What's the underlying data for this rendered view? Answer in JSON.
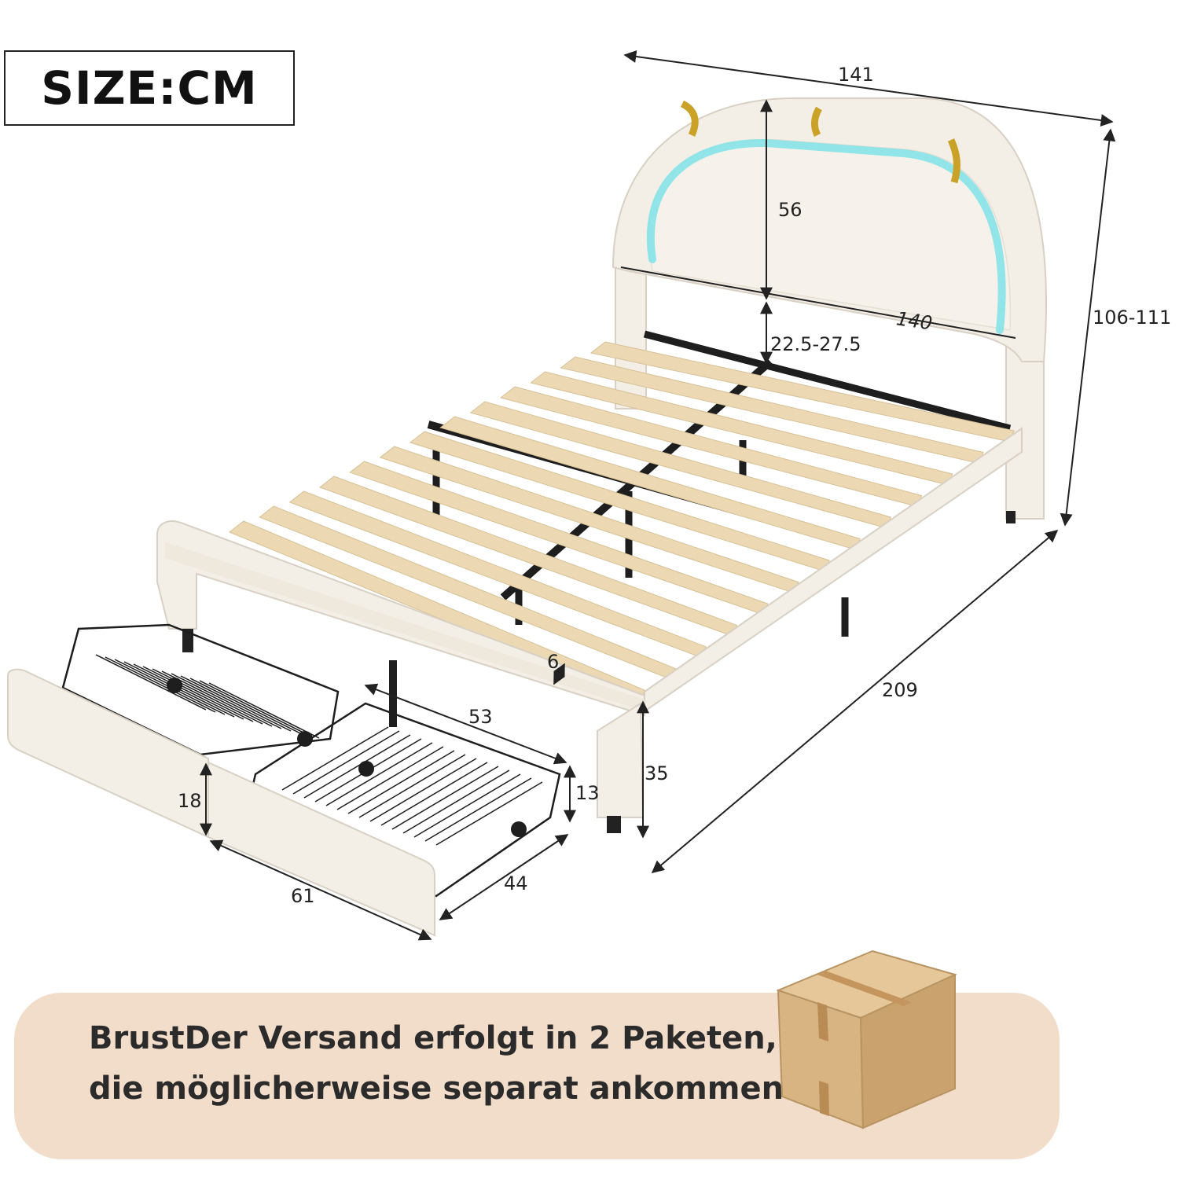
{
  "header": {
    "unit_label": "SIZE:CM"
  },
  "dimensions": {
    "bed_width": "141",
    "headboard_height": "56",
    "headboard_width": "140",
    "headboard_clearance": "22.5-27.5",
    "total_height": "106-111",
    "bed_length": "209",
    "frame_thickness": "6",
    "drawer_length": "53",
    "side_height": "35",
    "drawer_front_height": "18",
    "basket_height": "13",
    "drawer_front_width": "61",
    "basket_depth": "44"
  },
  "banner": {
    "line1": "BrustDer Versand erfolgt in 2 Paketen,",
    "line2": "die möglicherweise separat ankommen"
  },
  "colors": {
    "fabric": "#f3eee6",
    "slat": "#ecd9b4",
    "metal": "#1e1e1e",
    "led": "#7fe3e8",
    "gold": "#c9a227",
    "banner_bg": "#f2dcca",
    "cardboard": "#d8b483"
  }
}
